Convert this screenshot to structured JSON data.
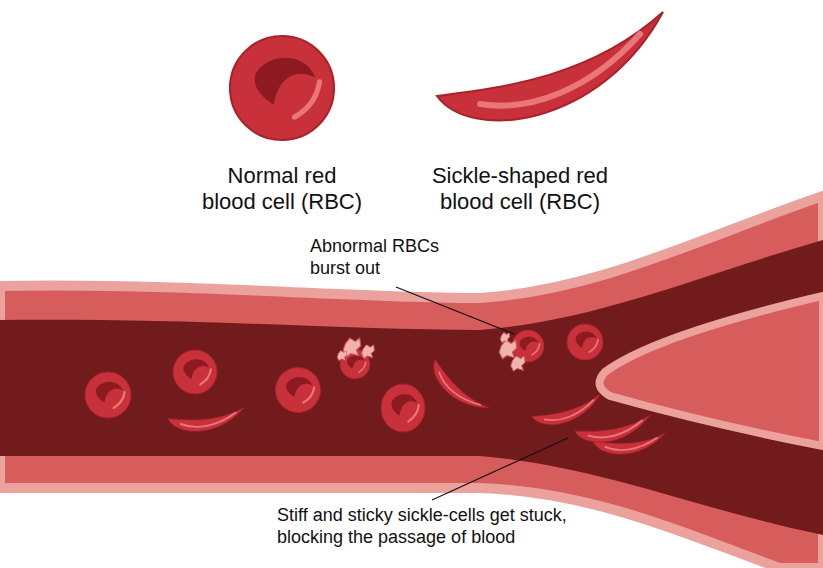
{
  "diagram": {
    "labels": [
      "Normal red blood cell (RBC)",
      "Sickle-shaped red blood cell (RBC)",
      "Abnormal RBCs burst out",
      "Stiff and sticky sickle-cells get stuck, blocking the passage of blood"
    ]
  }
}
